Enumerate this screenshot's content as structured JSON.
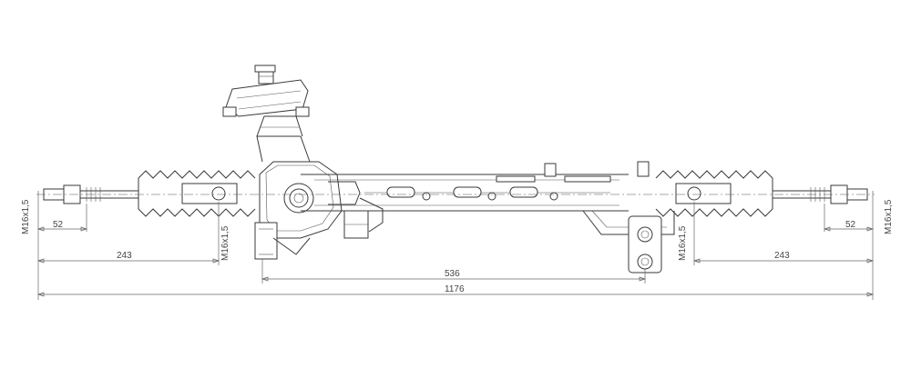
{
  "dimensions": {
    "overall_length": "1176",
    "inner_port_span": "536",
    "left_tie_rod_offset": "243",
    "right_tie_rod_offset": "243",
    "left_end_length": "52",
    "right_end_length": "52"
  },
  "thread_labels": {
    "left_outer": "M16x1,5",
    "left_inner": "M16x1,5",
    "right_inner": "M16x1,5",
    "right_outer": "M16x1,5"
  },
  "colors": {
    "line": "#3a3a3a",
    "dimension": "#666666",
    "background": "#ffffff"
  }
}
